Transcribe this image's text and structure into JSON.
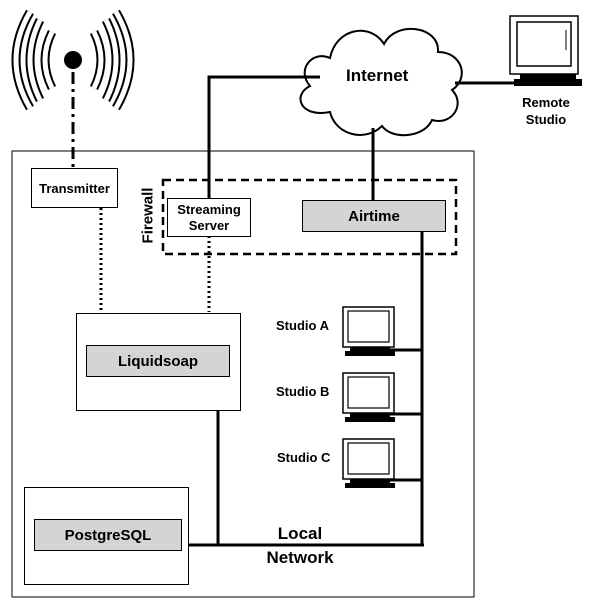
{
  "nodes": {
    "internet": "Internet",
    "remote_studio": "Remote\nStudio",
    "transmitter": "Transmitter",
    "firewall": "Firewall",
    "streaming_server": "Streaming\nServer",
    "airtime": "Airtime",
    "liquidsoap": "Liquidsoap",
    "studio_a": "Studio A",
    "studio_b": "Studio B",
    "studio_c": "Studio C",
    "postgresql": "PostgreSQL",
    "local_network": "Local\nNetwork"
  },
  "icons": {
    "antenna": "radio-antenna-icon",
    "cloud": "cloud-icon",
    "monitor": "computer-monitor-icon"
  },
  "colors": {
    "box_fill": "#d4d4d4",
    "line": "#000000"
  }
}
